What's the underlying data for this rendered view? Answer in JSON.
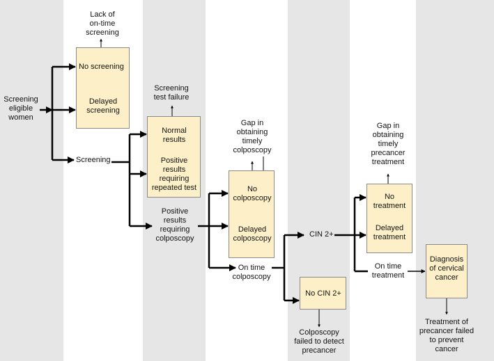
{
  "labels": {
    "screening_eligible_women": "Screening\neligible\nwomen",
    "screening": "Screening",
    "no_screening": "No screening",
    "delayed_screening": "Delayed\nscreening",
    "lack_on_time_screening": "Lack of\non-time\nscreening",
    "screening_test_failure": "Screening\ntest failure",
    "normal_results": "Normal\nresults",
    "positive_repeated": "Positive\nresults\nrequiring\nrepeated test",
    "positive_colposcopy": "Positive\nresults\nrequiring\ncolposcopy",
    "gap_colposcopy": "Gap in\nobtaining\ntimely\ncolposcopy",
    "no_colposcopy": "No\ncolposcopy",
    "delayed_colposcopy": "Delayed\ncolposcopy",
    "on_time_colposcopy": "On time\ncolposcopy",
    "cin2": "CIN 2+",
    "no_cin2": "No CIN 2+",
    "colposcopy_failed": "Colposcopy\nfailed to detect\nprecancer",
    "gap_treatment": "Gap in\nobtaining\ntimely\nprecancer\ntreatment",
    "no_treatment": "No\ntreatment",
    "delayed_treatment": "Delayed\ntreatment",
    "on_time_treatment": "On time\ntreatment",
    "diagnosis_cervical_cancer": "Diagnosis\nof cervical\ncancer",
    "treatment_failed": "Treatment of\nprecancer failed\nto prevent\ncancer"
  },
  "colors": {
    "band": "#e6e6e6",
    "box_fill": "#fdf0c8",
    "box_border": "#8a8a8a",
    "arrow": "#000000"
  }
}
